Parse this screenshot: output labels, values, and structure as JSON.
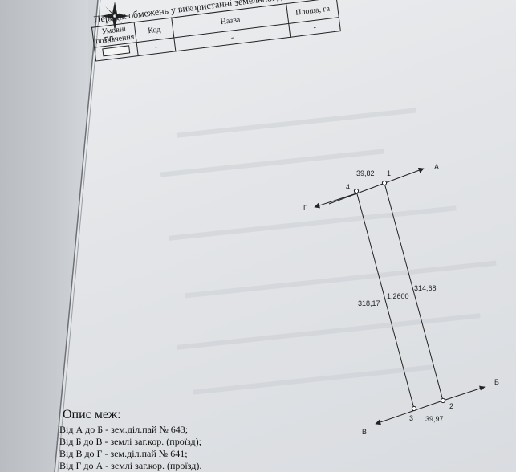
{
  "restrictions_table": {
    "title": "Перелік обмежень  у використанні земельної ділянки",
    "headers": {
      "symbol": "Умовні позначення",
      "code": "Код",
      "name": "Назва",
      "area": "Площа, га"
    },
    "row": {
      "code": "-",
      "name": "-",
      "area": "-"
    }
  },
  "compass_label": "ПЛ",
  "plan": {
    "directions": {
      "a": "А",
      "b": "Б",
      "v": "В",
      "g": "Г"
    },
    "points": {
      "p1": "1",
      "p2": "2",
      "p3": "3",
      "p4": "4"
    },
    "lengths": {
      "top": "39,82",
      "right": "314,68",
      "left": "318,17",
      "bottom": "39,97"
    },
    "area": "1,2600"
  },
  "description": {
    "title": "Опис меж:",
    "lines": [
      "Від А до Б - зем.діл.пай № 643;",
      "Від Б до В - землі заг.кор. (проїзд);",
      "Від В до Г - зем.діл.пай № 641;",
      "Від Г до А - землі заг.кор. (проїзд)."
    ]
  }
}
